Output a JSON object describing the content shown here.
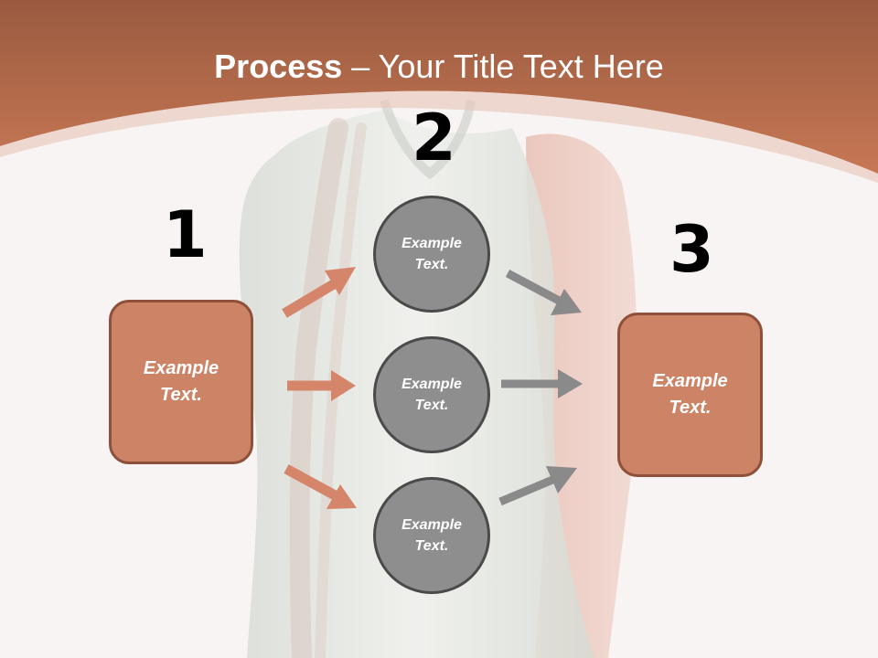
{
  "title": {
    "bold": "Process",
    "rest": " – Your Title Text Here"
  },
  "steps": {
    "step1": {
      "number": "1",
      "text": "Example Text."
    },
    "step2": {
      "number": "2",
      "items": [
        "Example Text.",
        "Example Text.",
        "Example Text."
      ]
    },
    "step3": {
      "number": "3",
      "text": "Example Text."
    }
  },
  "colors": {
    "header": "#c5714f",
    "box_fill": "#cd8466",
    "box_border": "#8e4f3b",
    "circle_fill": "#8e8e8e",
    "circle_border": "#4a4a4a",
    "arrow_orange": "#d5856a",
    "arrow_gray": "#8a8a8a"
  }
}
